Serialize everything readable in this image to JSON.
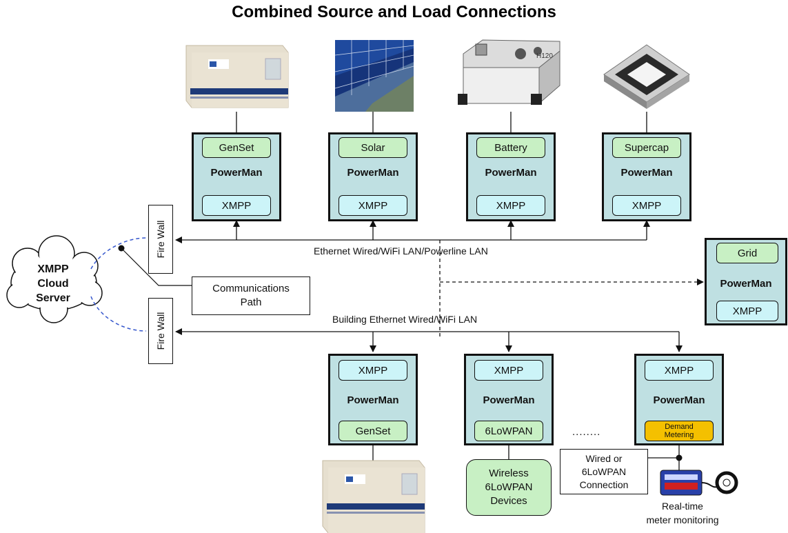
{
  "title": "Combined Source and Load Connections",
  "cloud": {
    "line1": "XMPP",
    "line2": "Cloud",
    "line3": "Server"
  },
  "firewall_label": "Fire Wall",
  "communications_path": {
    "line1": "Communications",
    "line2": "Path"
  },
  "network_labels": {
    "top_lan": "Ethernet Wired/WiFi LAN/Powerline LAN",
    "building_lan": "Building Ethernet Wired/WiFi LAN"
  },
  "powerman_label": "PowerMan",
  "xmpp_label": "XMPP",
  "sources": [
    {
      "module": "GenSet",
      "image": "generator-set-image"
    },
    {
      "module": "Solar",
      "image": "solar-panel-image"
    },
    {
      "module": "Battery",
      "image": "battery-unit-image",
      "image_text": "H120"
    },
    {
      "module": "Supercap",
      "image": "supercapacitor-image"
    }
  ],
  "grid": {
    "module": "Grid"
  },
  "loads": [
    {
      "module": "GenSet"
    },
    {
      "module": "6LoWPAN"
    },
    {
      "module_line1": "Demand",
      "module_line2": "Metering"
    }
  ],
  "ellipsis": "........",
  "wireless_devices": {
    "line1": "Wireless",
    "line2": "6LoWPAN",
    "line3": "Devices"
  },
  "wired_connection": {
    "line1": "Wired or",
    "line2": "6LoWPAN",
    "line3": "Connection"
  },
  "meter_caption": {
    "line1": "Real-time",
    "line2": "meter monitoring"
  },
  "colors": {
    "powerman_fill": "#bfe0e2",
    "source_module": "#c8f0c4",
    "xmpp_module": "#ccf4f8",
    "demand_module": "#f4c000",
    "cloud_link": "#3355cc"
  }
}
